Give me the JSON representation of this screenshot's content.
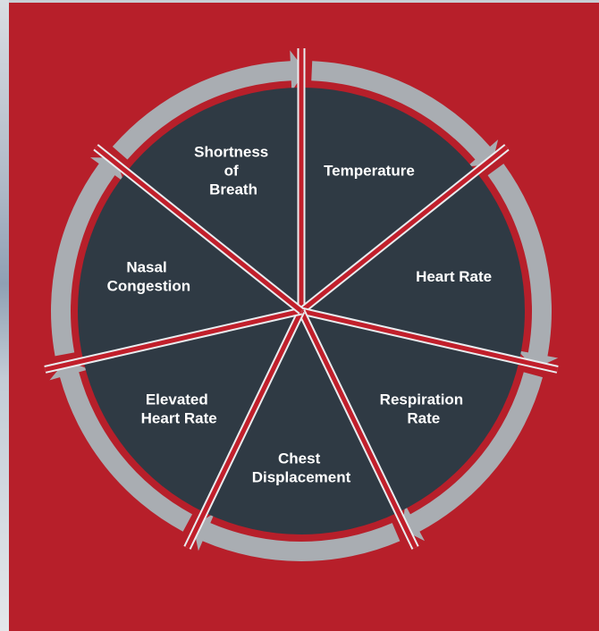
{
  "colors": {
    "background": "#b71f2a",
    "segment_fill": "#2f3a44",
    "divider": "#c11f2b",
    "arrow_ring": "#a9adb2",
    "label_text": "#ffffff"
  },
  "cycle": {
    "segments": [
      {
        "label_lines": [
          "Temperature"
        ]
      },
      {
        "label_lines": [
          "Heart Rate"
        ]
      },
      {
        "label_lines": [
          "Respiration",
          "Rate"
        ]
      },
      {
        "label_lines": [
          "Chest",
          "Displacement"
        ]
      },
      {
        "label_lines": [
          "Elevated",
          "Heart Rate"
        ]
      },
      {
        "label_lines": [
          "Nasal",
          "Congestion"
        ]
      },
      {
        "label_lines": [
          "Shortness",
          "of",
          "Breath"
        ]
      }
    ]
  }
}
